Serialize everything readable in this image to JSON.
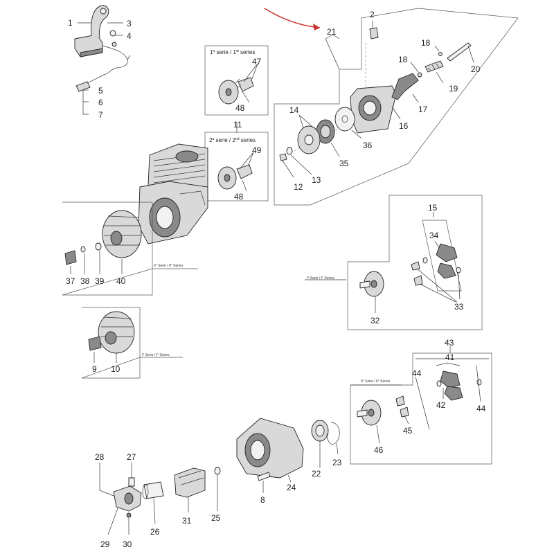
{
  "accent_color": "#c8312d",
  "callouts": {
    "c1": "1",
    "c2": "2",
    "c3": "3",
    "c4": "4",
    "c5": "5",
    "c6": "6",
    "c7": "7",
    "c8": "8",
    "c9": "9",
    "c10": "10",
    "c11": "11",
    "c12": "12",
    "c13": "13",
    "c14": "14",
    "c15": "15",
    "c16": "16",
    "c17": "17",
    "c18a": "18",
    "c18b": "18",
    "c19": "19",
    "c20": "20",
    "c21": "21",
    "c22": "22",
    "c23": "23",
    "c24": "24",
    "c25": "25",
    "c26": "26",
    "c27": "27",
    "c28": "28",
    "c29": "29",
    "c30": "30",
    "c31": "31",
    "c32": "32",
    "c33": "33",
    "c34": "34",
    "c35": "35",
    "c36": "36",
    "c37": "37",
    "c38": "38",
    "c39": "39",
    "c40": "40",
    "c41": "41",
    "c42": "42",
    "c43": "43",
    "c44a": "44",
    "c44b": "44",
    "c45": "45",
    "c46": "46",
    "c47": "47",
    "c48a": "48",
    "c48b": "48",
    "c49": "49"
  },
  "labels": {
    "first_series_prefix": "1",
    "first_series_sup1": "a",
    "first_series_mid": " serie / 1",
    "first_series_sup2": "st",
    "first_series_end": " series",
    "second_series_prefix": "2",
    "second_series_sup1": "a",
    "second_series_mid": " serie / 2",
    "second_series_sup2": "nd",
    "second_series_end": " series",
    "flywheel_series_ii": "II° Serie / II° Series",
    "flywheel_series_i": "I° Serie / I° Series",
    "clutch_series_i": "I° Serie / I° Series",
    "clutch_series_ii": "II° Serie / II° Series"
  }
}
